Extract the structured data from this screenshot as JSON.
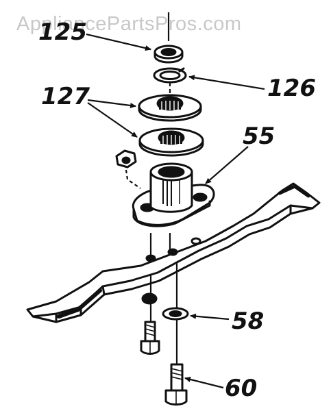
{
  "watermark": "AppliancePartsPros.com",
  "callouts": {
    "p125": "125",
    "p126": "126",
    "p127": "127",
    "p55": "55",
    "p58": "58",
    "p60": "60"
  },
  "colors": {
    "ink": "#111111",
    "paper": "#ffffff",
    "watermark": "#c8c8c8"
  }
}
